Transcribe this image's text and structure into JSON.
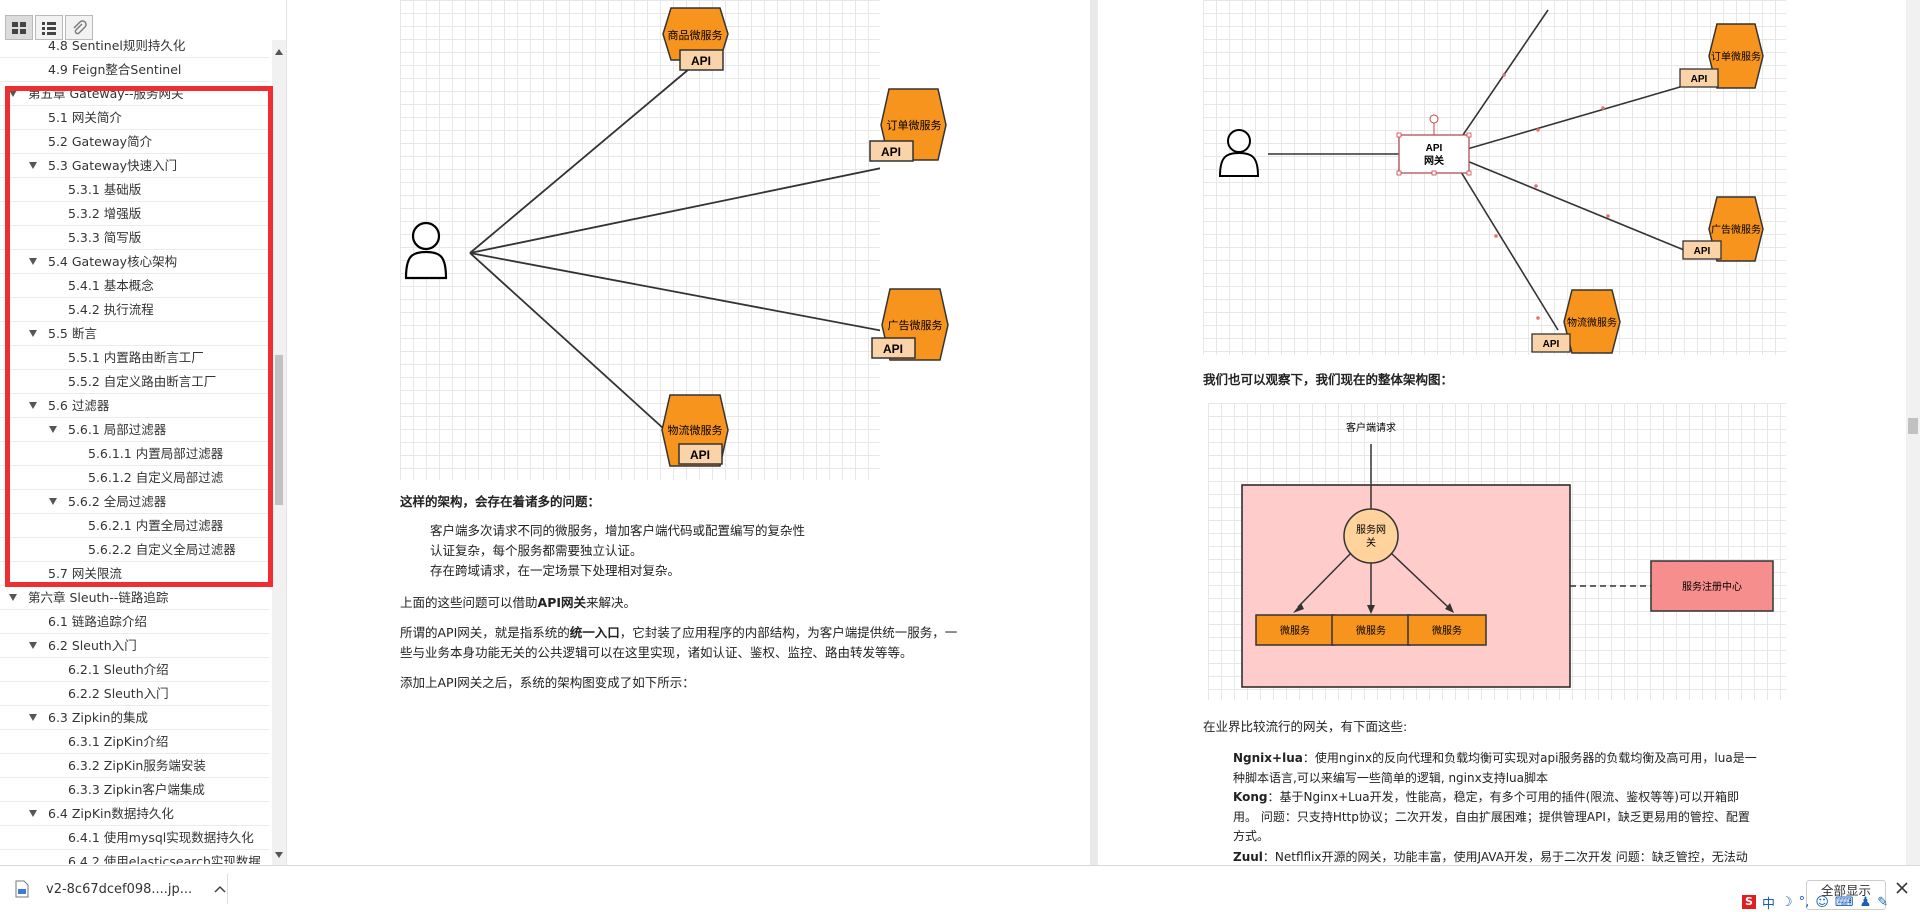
{
  "sidebar": {
    "tabs": [
      "thumbnails-icon",
      "outline-icon",
      "attachments-icon"
    ],
    "toc": [
      {
        "text": "4.8 Sentinel规则持久化",
        "level": 2,
        "expandable": false
      },
      {
        "text": "4.9 Feign整合Sentinel",
        "level": 2,
        "expandable": false
      },
      {
        "text": "第五章 Gateway--服务网关",
        "level": 1,
        "expandable": true
      },
      {
        "text": "5.1 网关简介",
        "level": 2,
        "expandable": false
      },
      {
        "text": "5.2 Gateway简介",
        "level": 2,
        "expandable": false
      },
      {
        "text": "5.3 Gateway快速入门",
        "level": 2,
        "expandable": true
      },
      {
        "text": "5.3.1 基础版",
        "level": 3,
        "expandable": false
      },
      {
        "text": "5.3.2 增强版",
        "level": 3,
        "expandable": false
      },
      {
        "text": "5.3.3 简写版",
        "level": 3,
        "expandable": false
      },
      {
        "text": "5.4 Gateway核心架构",
        "level": 2,
        "expandable": true
      },
      {
        "text": "5.4.1 基本概念",
        "level": 3,
        "expandable": false
      },
      {
        "text": "5.4.2 执行流程",
        "level": 3,
        "expandable": false
      },
      {
        "text": "5.5 断言",
        "level": 2,
        "expandable": true
      },
      {
        "text": "5.5.1 内置路由断言工厂",
        "level": 3,
        "expandable": false
      },
      {
        "text": "5.5.2 自定义路由断言工厂",
        "level": 3,
        "expandable": false
      },
      {
        "text": "5.6 过滤器",
        "level": 2,
        "expandable": true
      },
      {
        "text": "5.6.1 局部过滤器",
        "level": 3,
        "expandable": true
      },
      {
        "text": "5.6.1.1 内置局部过滤器",
        "level": 4,
        "expandable": false
      },
      {
        "text": "5.6.1.2 自定义局部过滤",
        "level": 4,
        "expandable": false
      },
      {
        "text": "5.6.2 全局过滤器",
        "level": 3,
        "expandable": true
      },
      {
        "text": "5.6.2.1 内置全局过滤器",
        "level": 4,
        "expandable": false
      },
      {
        "text": "5.6.2.2 自定义全局过滤器",
        "level": 4,
        "expandable": false
      },
      {
        "text": "5.7 网关限流",
        "level": 2,
        "expandable": false
      },
      {
        "text": "第六章 Sleuth--链路追踪",
        "level": 1,
        "expandable": true
      },
      {
        "text": "6.1 链路追踪介绍",
        "level": 2,
        "expandable": false
      },
      {
        "text": "6.2 Sleuth入门",
        "level": 2,
        "expandable": true
      },
      {
        "text": "6.2.1 Sleuth介绍",
        "level": 3,
        "expandable": false
      },
      {
        "text": "6.2.2 Sleuth入门",
        "level": 3,
        "expandable": false
      },
      {
        "text": "6.3 Zipkin的集成",
        "level": 2,
        "expandable": true
      },
      {
        "text": "6.3.1 ZipKin介绍",
        "level": 3,
        "expandable": false
      },
      {
        "text": "6.3.2 ZipKin服务端安装",
        "level": 3,
        "expandable": false
      },
      {
        "text": "6.3.3 Zipkin客户端集成",
        "level": 3,
        "expandable": false
      },
      {
        "text": "6.4 ZipKin数据持久化",
        "level": 2,
        "expandable": true
      },
      {
        "text": "6.4.1 使用mysql实现数据持久化",
        "level": 3,
        "expandable": false
      },
      {
        "text": "6.4.2 使用elasticsearch实现数据",
        "level": 3,
        "expandable": false
      }
    ]
  },
  "left_page": {
    "diagram": {
      "services": [
        "商品微服务",
        "订单微服务",
        "广告微服务",
        "物流微服务"
      ],
      "api_label": "API"
    },
    "problems_heading": "这样的架构，会存在着诸多的问题：",
    "problems": [
      "客户端多次请求不同的微服务，增加客户端代码或配置编写的复杂性",
      "认证复杂，每个服务都需要独立认证。",
      "存在跨域请求，在一定场景下处理相对复杂。"
    ],
    "p1_pre": "上面的这些问题可以借助",
    "p1_bold": "API网关",
    "p1_post": "来解决。",
    "p2_pre": "所谓的API网关，就是指系统的",
    "p2_bold": "统一入口",
    "p2_post": "，它封装了应用程序的内部结构，为客户端提供统一服务，一",
    "p2_line2": "些与业务本身功能无关的公共逻辑可以在这里实现，诸如认证、鉴权、监控、路由转发等等。",
    "p3": "添加上API网关之后，系统的架构图变成了如下所示："
  },
  "right_page": {
    "diagram1": {
      "gateway_line1": "API",
      "gateway_line2": "网关",
      "services": [
        "订单微服务",
        "广告微服务",
        "物流微服务"
      ],
      "api_label": "API"
    },
    "overall_heading": "我们也可以观察下，我们现在的整体架构图：",
    "diagram2": {
      "client_request": "客户端请求",
      "gateway_line1": "服务网",
      "gateway_line2": "关",
      "microservices": [
        "微服务",
        "微服务",
        "微服务"
      ],
      "registry": "服务注册中心"
    },
    "popular_heading": "在业界比较流行的网关，有下面这些:",
    "gateways": [
      {
        "name": "Ngnix+lua",
        "desc_l1": "：使用nginx的反向代理和负载均衡可实现对api服务器的负载均衡及高可用，lua是一",
        "desc_l2": "种脚本语言,可以来编写一些简单的逻辑, nginx支持lua脚本"
      },
      {
        "name": "Kong",
        "desc_l1": "：基于Nginx+Lua开发，性能高，稳定，有多个可用的插件(限流、鉴权等等)可以开箱即",
        "desc_l2": "用。 问题：只支持Http协议；二次开发，自由扩展困难；提供管理API，缺乏更易用的管控、配置",
        "desc_l3": "方式。"
      },
      {
        "name": "Zuul",
        "desc_l1": "：Netflflix开源的网关，功能丰富，使用JAVA开发，易于二次开发 问题：缺乏管控，无法动"
      }
    ]
  },
  "download_bar": {
    "file_name": "v2-8c67dcef098....jp...",
    "show_all": "全部显示"
  },
  "tray": {
    "ime": "中"
  }
}
